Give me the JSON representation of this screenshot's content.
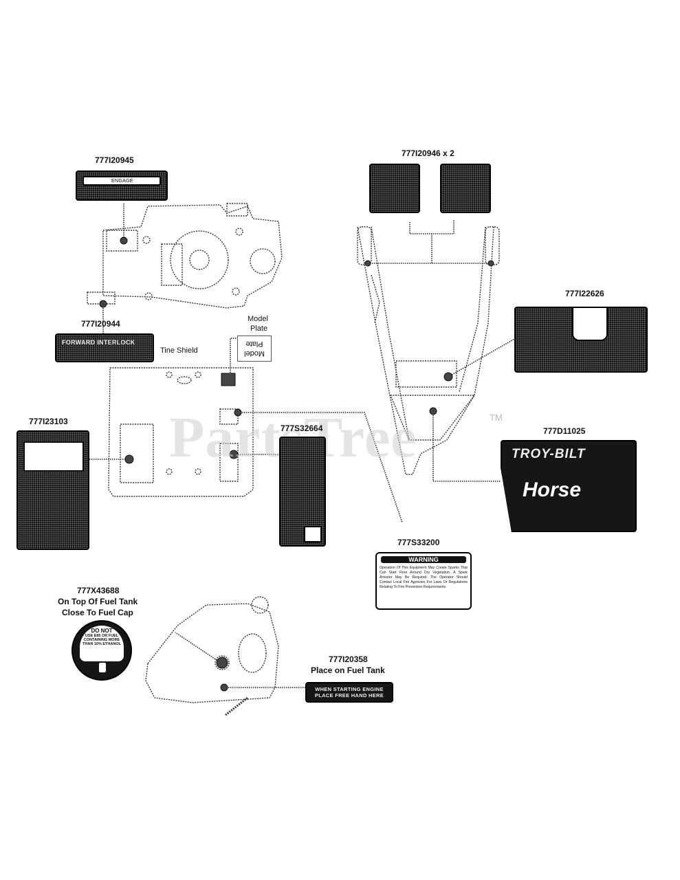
{
  "watermark": {
    "text": "PartsTree",
    "tm": "TM"
  },
  "parts": {
    "p20945": {
      "number": "777I20945",
      "decal_text": "ENGAGE"
    },
    "p20944": {
      "number": "777I20944",
      "decal_text": "FORWARD INTERLOCK"
    },
    "p23103": {
      "number": "777I23103"
    },
    "p32664": {
      "number": "777S32664"
    },
    "p20946": {
      "number": "777I20946 x 2"
    },
    "p22626": {
      "number": "777I22626"
    },
    "pD11025": {
      "number": "777D11025",
      "brand": "TROY-BILT",
      "model": "Horse"
    },
    "p33200": {
      "number": "777S33200",
      "heading": "WARNING",
      "body": "Operation Of This Equipment May Create Sparks That Can Start Fires Around Dry Vegetation. A Spark Arrester May Be Required. The Operator Should Contact Local Fire Agencies For Laws Or Regulations Relating To Fire Prevention Requirements."
    },
    "pX43688": {
      "number": "777X43688",
      "note1": "On Top Of Fuel Tank",
      "note2": "Close To Fuel Cap",
      "do_not": "DO NOT",
      "line1": "USE E85 OR FUEL",
      "line2": "CONTAINING MORE",
      "line3": "THAN 10% ETHANOL"
    },
    "p20358": {
      "number": "777I20358",
      "note": "Place on Fuel Tank",
      "line1": "WHEN STARTING ENGINE",
      "line2": "PLACE FREE HAND HERE"
    }
  },
  "callouts": {
    "model_plate": "Model",
    "model_plate2": "Plate",
    "tine_shield": "Tine Shield",
    "plate_box1": "Model",
    "plate_box2": "Plate"
  }
}
